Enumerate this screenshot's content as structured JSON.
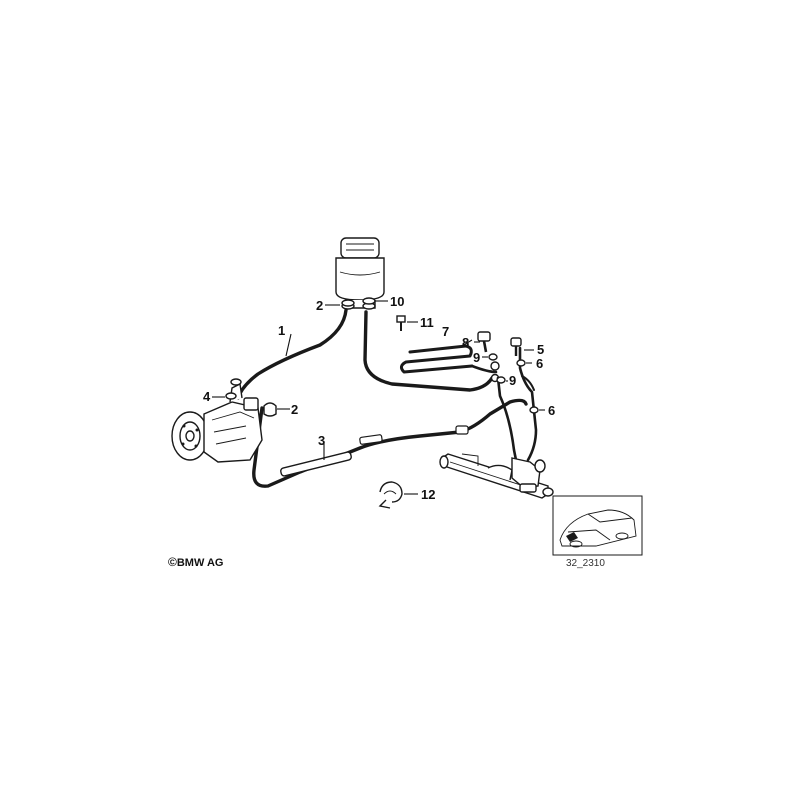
{
  "callouts": [
    {
      "id": "1",
      "label": "1"
    },
    {
      "id": "2a",
      "label": "2"
    },
    {
      "id": "2b",
      "label": "2"
    },
    {
      "id": "3",
      "label": "3"
    },
    {
      "id": "4",
      "label": "4"
    },
    {
      "id": "5",
      "label": "5"
    },
    {
      "id": "6a",
      "label": "6"
    },
    {
      "id": "6b",
      "label": "6"
    },
    {
      "id": "7",
      "label": "7"
    },
    {
      "id": "8",
      "label": "8"
    },
    {
      "id": "9a",
      "label": "9"
    },
    {
      "id": "9b",
      "label": "9"
    },
    {
      "id": "10",
      "label": "10"
    },
    {
      "id": "11",
      "label": "11"
    },
    {
      "id": "12",
      "label": "12"
    }
  ],
  "footer": {
    "copyright_symbol": "©",
    "copyright_text": "BMW AG",
    "drawing_number": "32_2310"
  }
}
